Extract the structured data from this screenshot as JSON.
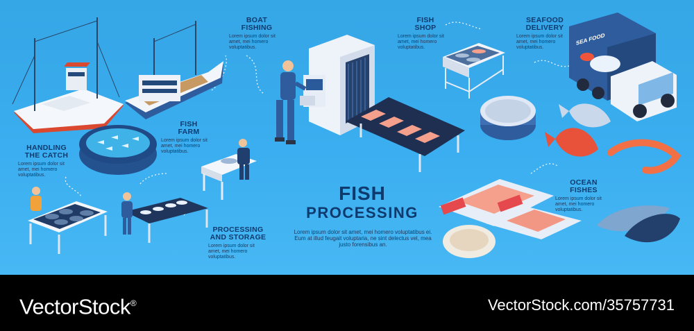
{
  "infographic": {
    "title_line1": "FISH",
    "title_line2": "PROCESSING",
    "body": "Lorem ipsum dolor sit amet, mei homero voluptatibus ei. Eum at illud feugait voluptaria, ne sint delectus vel, mea justo forensibus an.",
    "truck_text": "SEA FOOD",
    "colors": {
      "background": "#3aaef0",
      "heading": "#0f3a6e",
      "accent_salmon": "#f08a76"
    },
    "sections": [
      {
        "id": "boat_fishing",
        "heading": "BOAT\nFISHING",
        "body": "Lorem ipsum dolor sit amet, mei homero voluptatibus."
      },
      {
        "id": "fish_shop",
        "heading": "FISH\nSHOP",
        "body": "Lorem ipsum dolor sit amet, mei homero voluptatibus."
      },
      {
        "id": "seafood_delivery",
        "heading": "SEAFOOD\nDELIVERY",
        "body": "Lorem ipsum dolor sit amet, mei homero voluptatibus."
      },
      {
        "id": "fish_farm",
        "heading": "FISH\nFARM",
        "body": "Lorem ipsum dolor sit amet, mei homero voluptatibus."
      },
      {
        "id": "handling_the_catch",
        "heading": "HANDLING\nTHE CATCH",
        "body": "Lorem ipsum dolor sit amet, mei homero voluptatibus."
      },
      {
        "id": "processing_and_storage",
        "heading": "PROCESSING\nAND STORAGE",
        "body": "Lorem ipsum dolor sit amet, mei homero voluptatibus."
      },
      {
        "id": "ocean_fishes",
        "heading": "OCEAN\nFISHES",
        "body": "Lorem ipsum dolor sit amet, mei homero voluptatibus."
      }
    ]
  },
  "footer": {
    "brand": "VectorStock",
    "brand_reg": "®",
    "credit": "VectorStock.com/35757731"
  }
}
